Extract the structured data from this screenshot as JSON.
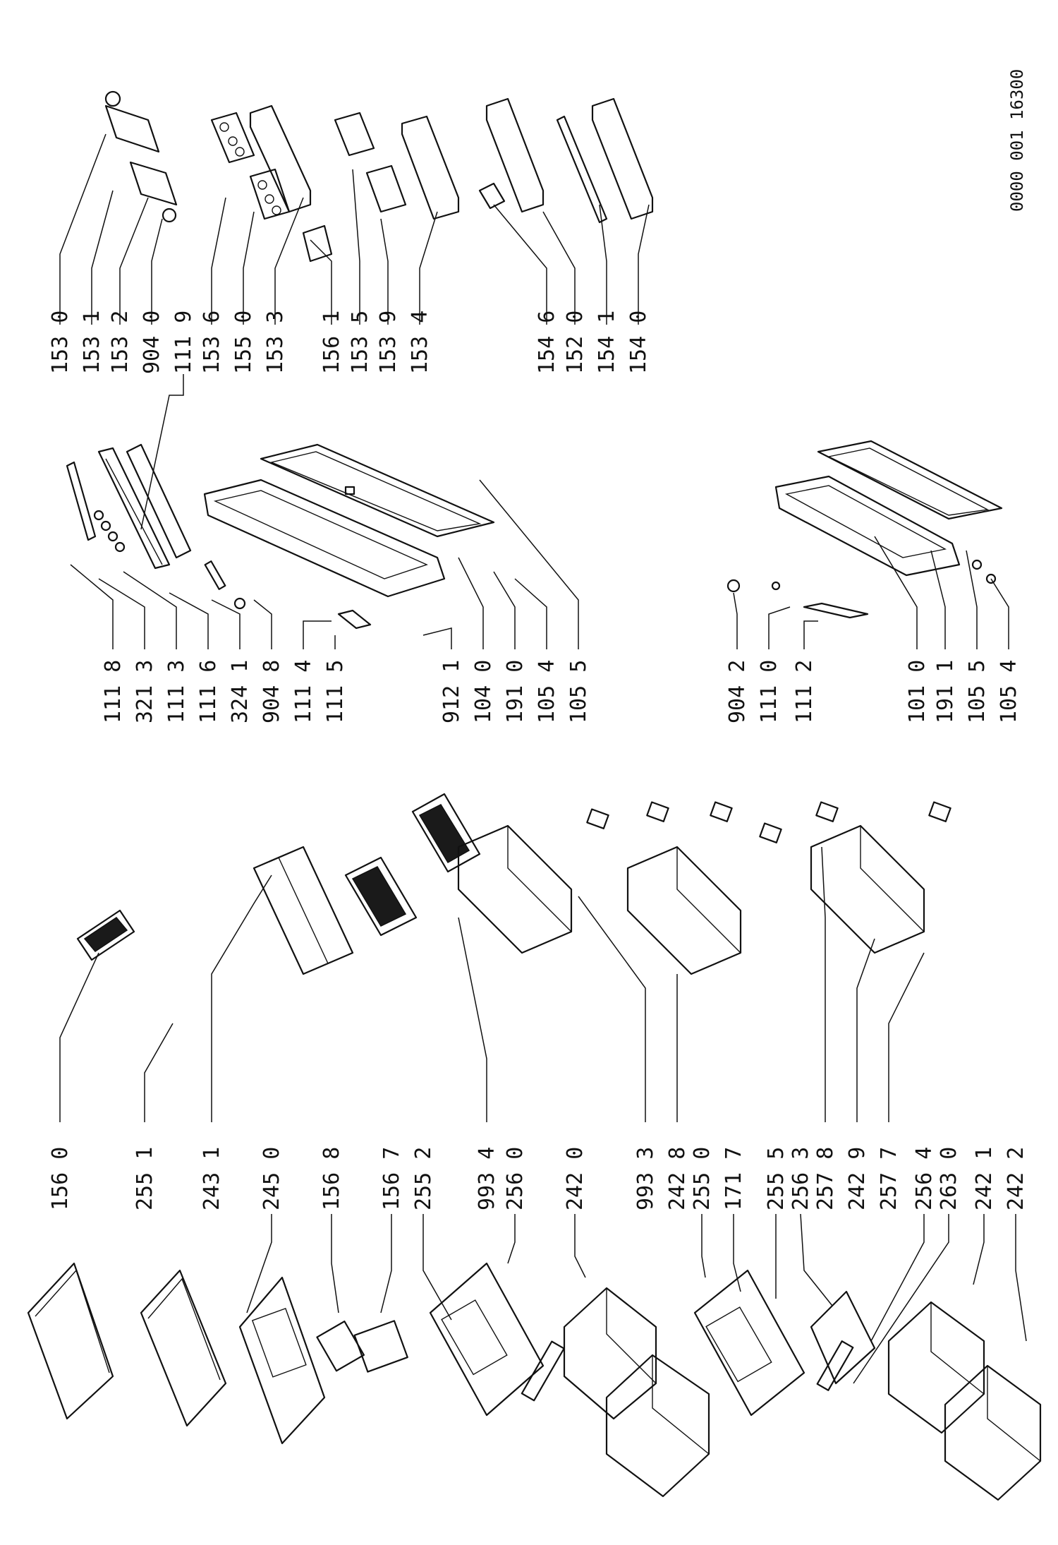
{
  "document_number": "0000 001 16300",
  "left_column_labels": [
    "156 0",
    "255 1",
    "243 1",
    "245 0",
    "156 8",
    "156 7",
    "255 2",
    "993 4",
    "256 0",
    "242 0",
    "993 3",
    "242 8",
    "255 0",
    "171 7",
    "255 5",
    "256 3",
    "257 8",
    "242 9",
    "257 7",
    "256 4",
    "263 0",
    "242 1",
    "242 2"
  ],
  "right_top_labels_a": [
    "111 8",
    "321 3",
    "111 3",
    "111 6",
    "324 1",
    "904 8",
    "111 4",
    "111 5",
    "912 1",
    "104 0",
    "191 0",
    "105 4",
    "105 5"
  ],
  "right_top_labels_b": [
    "153 0",
    "153 1",
    "153 2",
    "904 0",
    "111 9",
    "153 6",
    "155 0",
    "153 3",
    "156 1",
    "153 5",
    "153 9",
    "153 4",
    "154 6",
    "152 0",
    "154 1",
    "154 0"
  ],
  "right_bottom_labels": [
    "904 2",
    "111 0",
    "111 2",
    "101 0",
    "191 1",
    "105 5",
    "105 4"
  ]
}
